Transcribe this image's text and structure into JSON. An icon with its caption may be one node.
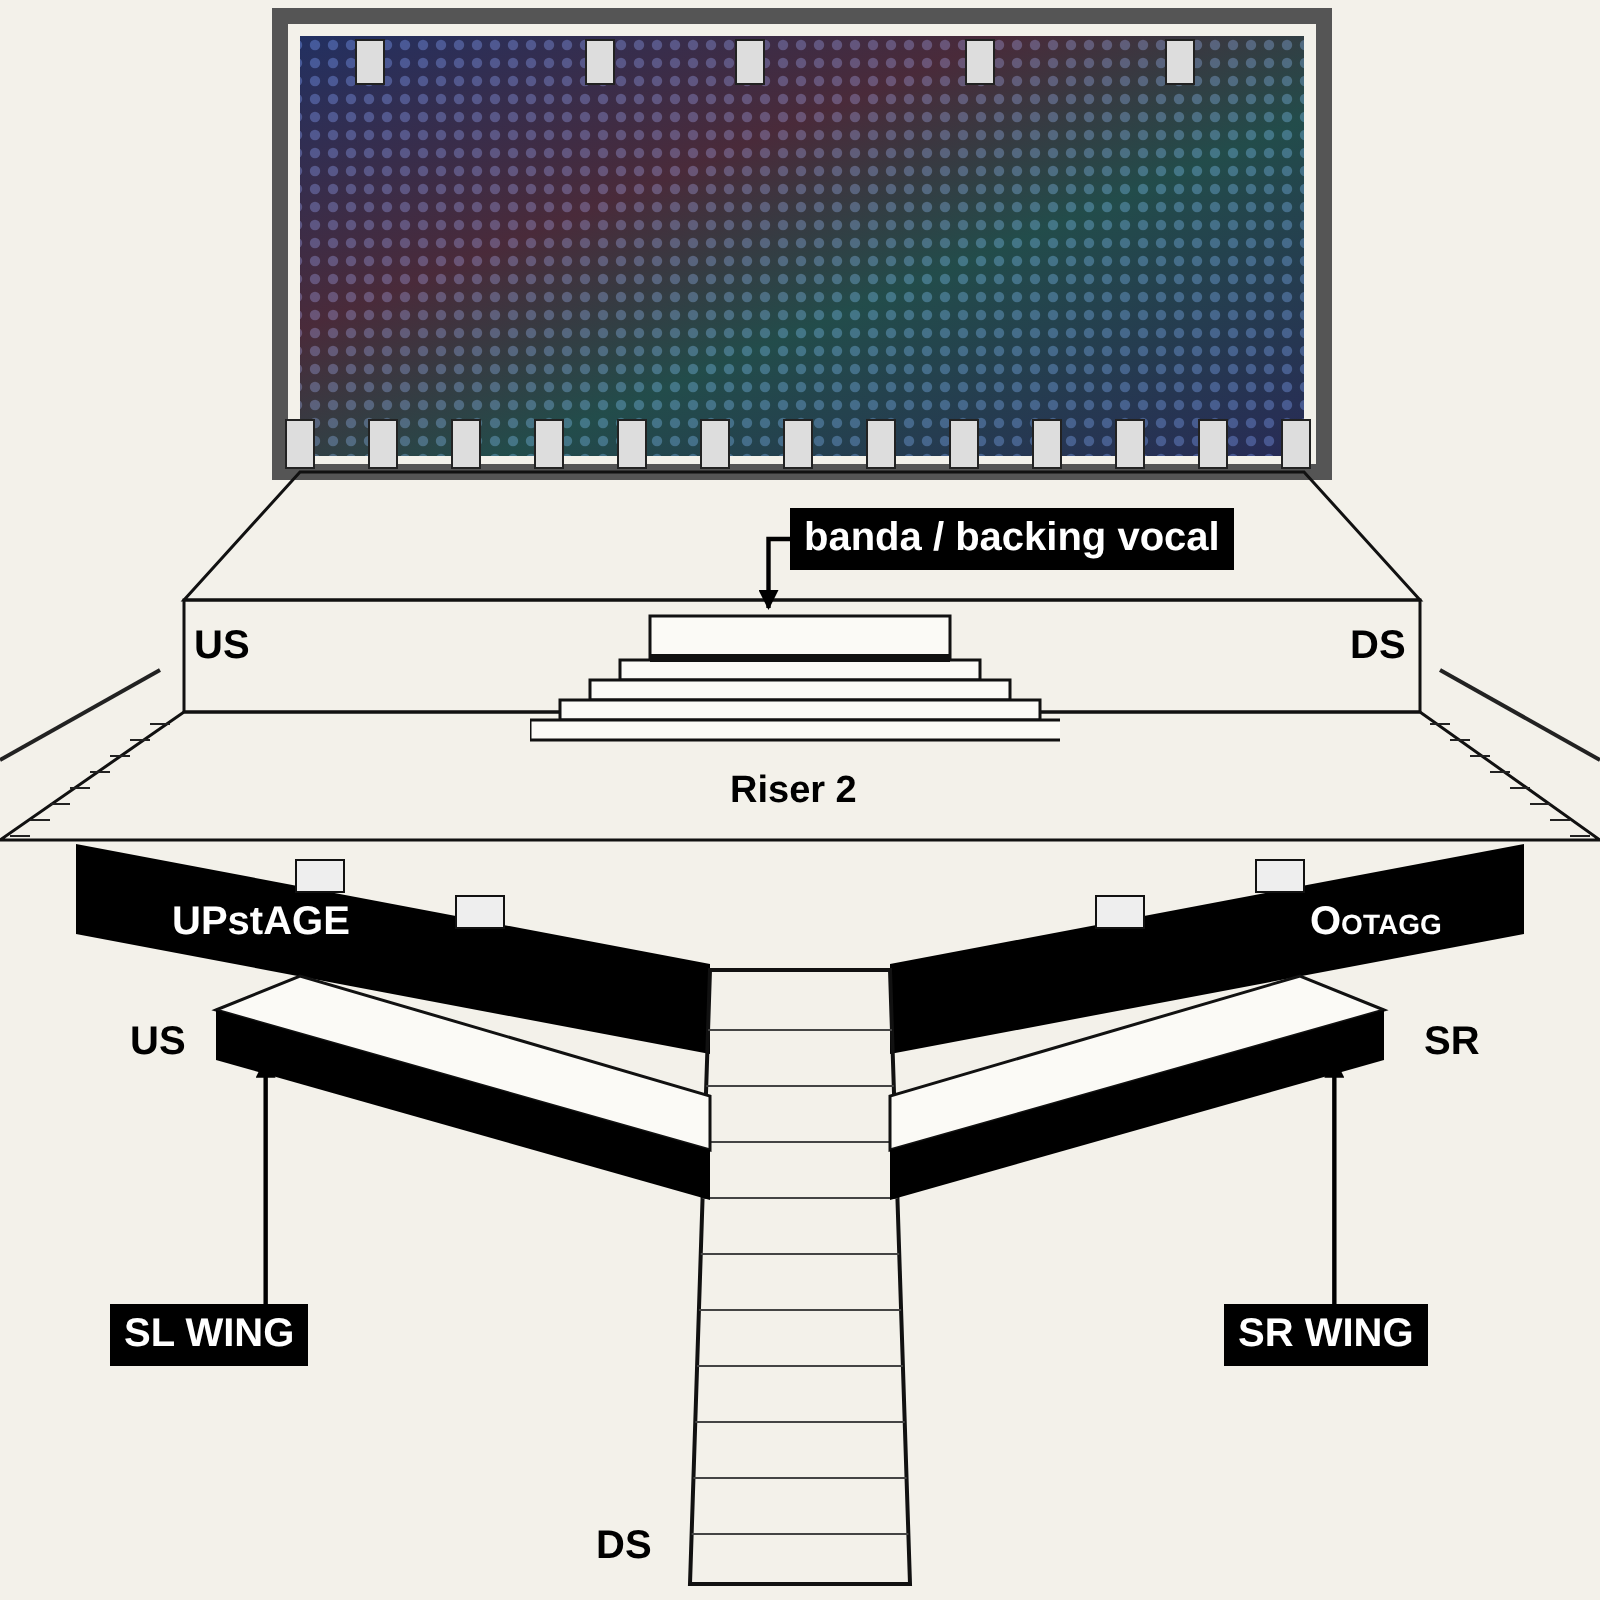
{
  "diagram": {
    "nodes": [
      {
        "text": [
          "banda / backing vocal"
        ]
      },
      {
        "text": [],
        "shape": "box",
        "beside": [
          "Riser 2"
        ]
      },
      {
        "text": [
          "SL WING"
        ]
      },
      {
        "text": [],
        "shape": "box"
      },
      {
        "text": [
          "SR WING"
        ]
      },
      {
        "text": [],
        "shape": "box"
      }
    ],
    "edges": [
      {
        "from": 0,
        "to": 1,
        "arrow": "to"
      },
      {
        "from": 2,
        "to": 3,
        "arrow": "to"
      },
      {
        "from": 4,
        "to": 5,
        "arrow": "to"
      }
    ],
    "labels": [
      "US",
      "DS",
      "UPstAGE",
      "Ootagg",
      "US",
      "SR",
      "DS"
    ]
  }
}
